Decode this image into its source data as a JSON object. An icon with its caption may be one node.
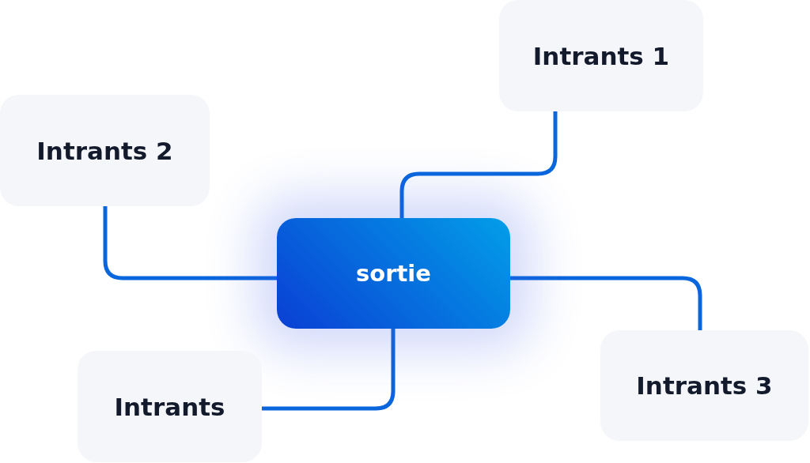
{
  "diagram": {
    "nodes": [
      {
        "text": [
          "Intrants 1"
        ]
      },
      {
        "text": [
          "Intrants 2"
        ]
      },
      {
        "text": [
          "sortie"
        ]
      },
      {
        "text": [
          "Intrants 3"
        ]
      },
      {
        "text": [
          "Intrants"
        ]
      }
    ],
    "edges": [
      {
        "from": 0,
        "to": 2,
        "arrow": "none"
      },
      {
        "from": 1,
        "to": 2,
        "arrow": "none"
      },
      {
        "from": 3,
        "to": 2,
        "arrow": "none"
      },
      {
        "from": 4,
        "to": 2,
        "arrow": "none"
      }
    ]
  }
}
